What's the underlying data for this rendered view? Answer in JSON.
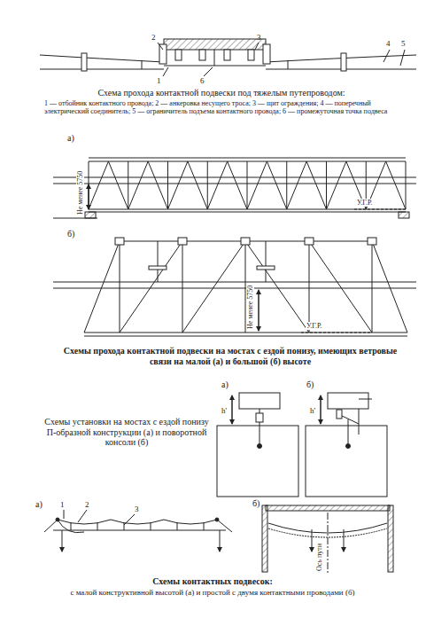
{
  "diagram": {
    "labels": [
      "2",
      "3",
      "1",
      "6",
      "4",
      "5",
      "Схема прохода контактной подвески под тяжелым путепроводом:",
      "1 — отбойник контактного провода; 2 — анкеровка несущего троса; 3 — щит ограждения; 4 — поперечный электрический соединитель; 5 — ограничитель подъема контактного провода; 6 — промежуточная точка подвеса",
      "а)",
      "Не менее 5750",
      "У.Г.Р.",
      "б)",
      "Не менее 5750",
      "У.Г.Р.",
      "Схемы прохода контактной подвески на мостах с ездой понизу, имеющих ветровые связи на малой (а) и большой (б) высоте",
      "а)",
      "h'",
      "б)",
      "h'",
      "Схемы установки на мостах с ездой понизу П-образной конструкции (а) и поворотной консоли (б)",
      "а)",
      "1",
      "2",
      "3",
      "б)",
      "Ось пути",
      "Схемы контактных подвесок:",
      "с малой конструктивной высотой (а) и простой с двумя контактными проводами (б)"
    ]
  }
}
